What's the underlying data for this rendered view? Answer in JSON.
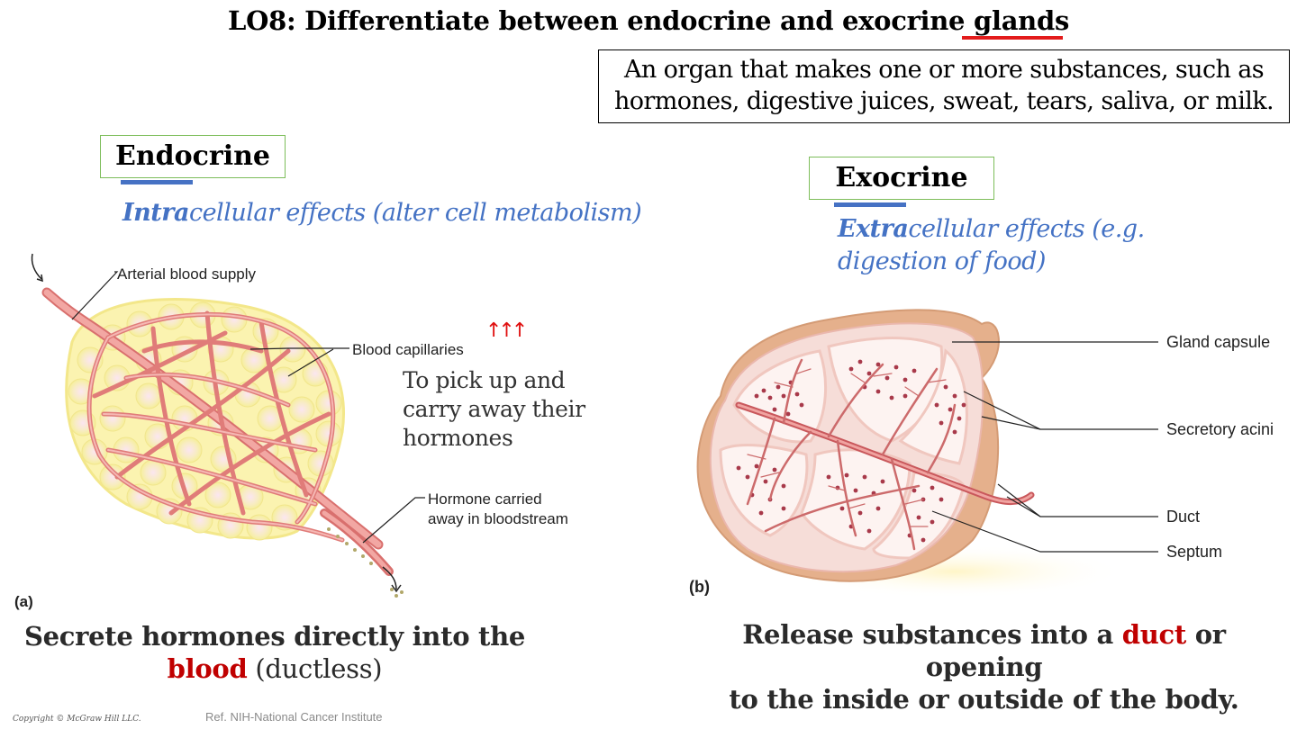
{
  "title": {
    "main": "LO8: Differentiate between endocrine and exocrine ",
    "emphasis": "glands"
  },
  "definition": {
    "line1": "An organ that makes one or more substances, such as",
    "line2": "hormones, digestive juices, sweat, tears, saliva, or milk."
  },
  "endocrine": {
    "heading": "Endocrine",
    "effect_prefix": "Intra",
    "effect_rest": "cellular effects (alter cell metabolism)",
    "note": "To pick up and carry away their hormones",
    "note_arrows": "↑↑↑",
    "figure_letter": "(a)",
    "labels": {
      "arterial": "Arterial blood supply",
      "capillaries": "Blood capillaries",
      "hormone_line1": "Hormone carried",
      "hormone_line2": "away in bloodstream"
    },
    "summary_line1": "Secrete hormones directly into the",
    "summary_red": "blood",
    "summary_rest": " (ductless)"
  },
  "exocrine": {
    "heading": "Exocrine",
    "effect_prefix": "Extra",
    "effect_rest_line1": "cellular effects (e.g.",
    "effect_line2": "digestion of food)",
    "figure_letter": "(b)",
    "labels": {
      "capsule": "Gland capsule",
      "acini": "Secretory acini",
      "duct": "Duct",
      "septum": "Septum"
    },
    "summary_part1": "Release substances into a ",
    "summary_red": "duct",
    "summary_part2": " or opening",
    "summary_line2": "to the inside or outside of the body."
  },
  "footer": {
    "copyright": "Copyright © McGraw Hill LLC.",
    "reference": "Ref. NIH-National Cancer Institute"
  },
  "colors": {
    "title_underline": "#e31b1b",
    "effect_text": "#4472c4",
    "heading_border": "#7dbd5a",
    "heading_bar": "#4672c4",
    "emphasis_red": "#c00000",
    "vessel": "#e88a88",
    "tissue_yellow": "#fbf3b0",
    "capsule": "#e5b08c"
  }
}
